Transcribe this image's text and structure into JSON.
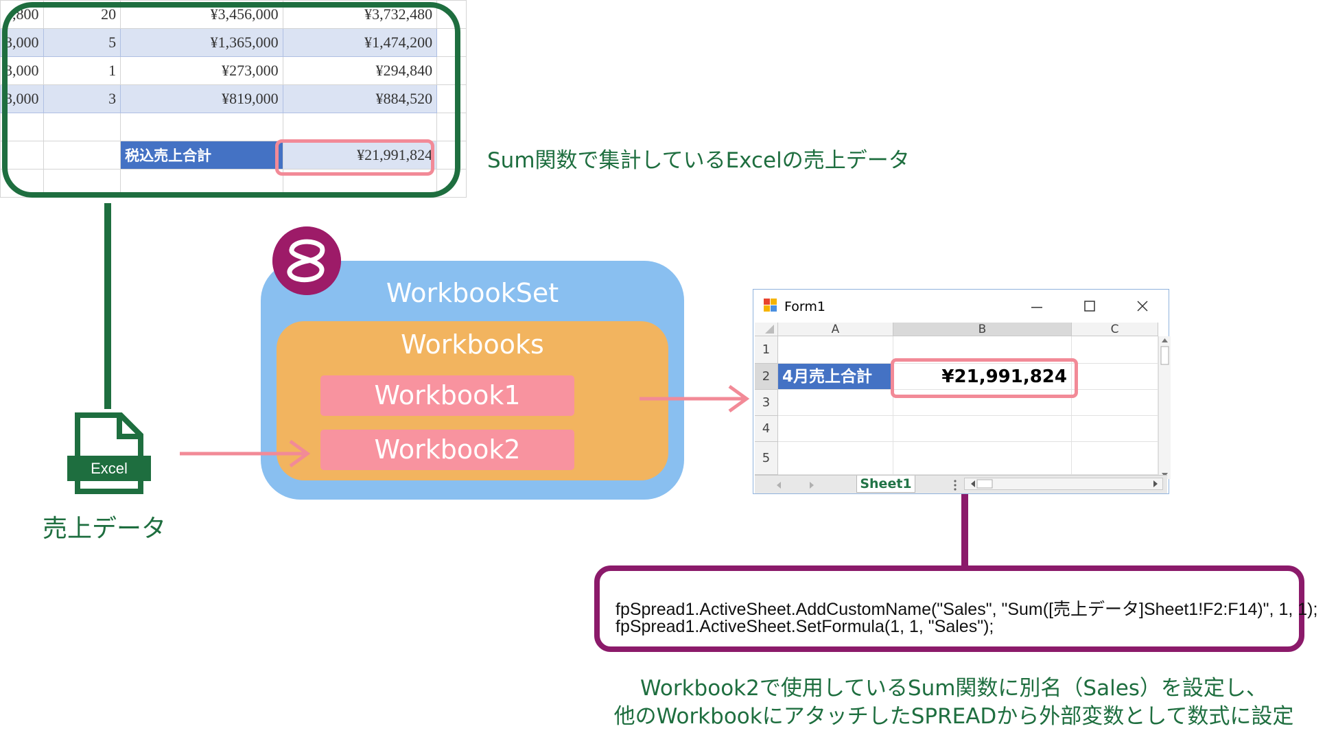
{
  "excel_snippet": {
    "rows": [
      {
        "price": ",800",
        "qty": "20",
        "amount": "¥3,456,000",
        "with_tax": "¥3,732,480"
      },
      {
        "price": "3,000",
        "qty": "5",
        "amount": "¥1,365,000",
        "with_tax": "¥1,474,200"
      },
      {
        "price": "3,000",
        "qty": "1",
        "amount": "¥273,000",
        "with_tax": "¥294,840"
      },
      {
        "price": "3,000",
        "qty": "3",
        "amount": "¥819,000",
        "with_tax": "¥884,520"
      }
    ],
    "total_label": "税込売上合計",
    "total_value": "¥21,991,824",
    "caption": "Sum関数で集計しているExcelの売上データ"
  },
  "file": {
    "icon_label": "Excel",
    "caption": "売上データ"
  },
  "workbookset": {
    "title": "WorkbookSet",
    "workbooks_title": "Workbooks",
    "items": [
      "Workbook1",
      "Workbook2"
    ]
  },
  "form": {
    "title": "Form1",
    "columns": [
      "A",
      "B",
      "C"
    ],
    "rows": [
      "1",
      "2",
      "3",
      "4",
      "5"
    ],
    "cell_a2": "4月売上合計",
    "cell_b2": "¥21,991,824",
    "sheet_tab": "Sheet1"
  },
  "code": {
    "line1": "fpSpread1.ActiveSheet.AddCustomName(\"Sales\", \"Sum([売上データ]Sheet1!F2:F14)\", 1, 1);",
    "line2": "fpSpread1.ActiveSheet.SetFormula(1, 1, \"Sales\");"
  },
  "bottom_caption": {
    "line1": "Workbook2で使用しているSum関数に別名（Sales）を設定し、",
    "line2": "他のWorkbookにアタッチしたSPREADから外部変数として数式に設定"
  },
  "colors": {
    "excel_green": "#1e6e3f",
    "highlight_pink": "#f28a97",
    "workbookset_blue": "#89bff0",
    "workbooks_orange": "#f2b45f",
    "workbook_pink": "#f8939f",
    "code_purple": "#8b1a6a",
    "header_blue": "#4472c4"
  }
}
